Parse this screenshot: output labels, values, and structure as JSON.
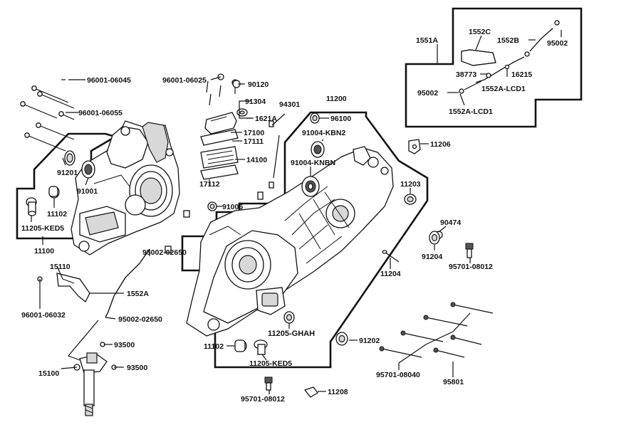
{
  "labels": {
    "p96001_06045": "96001-06045",
    "p96001_06055": "96001-06055",
    "p91201": "91201",
    "p91001": "91001",
    "p11102_left": "11102",
    "p11205_KED5_left": "11205-KED5",
    "p11100": "11100",
    "p15110": "15110",
    "p96001_06032": "96001-06032",
    "p1552A": "1552A",
    "p95002_02650_top": "95002-02650",
    "p95002_02650_bot": "95002-02650",
    "p93500_top": "93500",
    "p93500_bot": "93500",
    "p15100": "15100",
    "p96001_06025": "96001-06025",
    "p90120": "90120",
    "p91304": "91304",
    "p1621A": "1621A",
    "p17100": "17100",
    "p17111": "17111",
    "p14100": "14100",
    "p17112": "17112",
    "p94301": "94301",
    "p11200": "11200",
    "p96100": "96100",
    "p91004_KBN2": "91004-KBN2",
    "p91004_KNBN": "91004-KNBN",
    "p91006": "91006",
    "p11206": "11206",
    "p11203": "11203",
    "p90474": "90474",
    "p91204": "91204",
    "p95701_08012_right": "95701-08012",
    "p11204": "11204",
    "p11205_GHAH": "11205-GHAH",
    "p11102_bot": "11102",
    "p11205_KED5_bot": "11205-KED5",
    "p91202": "91202",
    "p95701_08040": "95701-08040",
    "p95801": "95801",
    "p95701_08012_bot": "95701-08012",
    "p11208": "11208",
    "p1551A": "1551A",
    "p1552C": "1552C",
    "p1552B": "1552B",
    "p95002_top": "95002",
    "p38773": "38773",
    "p16215": "16215",
    "p95002_mid": "95002",
    "p1552A_LCD1_a": "1552A-LCD1",
    "p1552A_LCD1_b": "1552A-LCD1"
  }
}
